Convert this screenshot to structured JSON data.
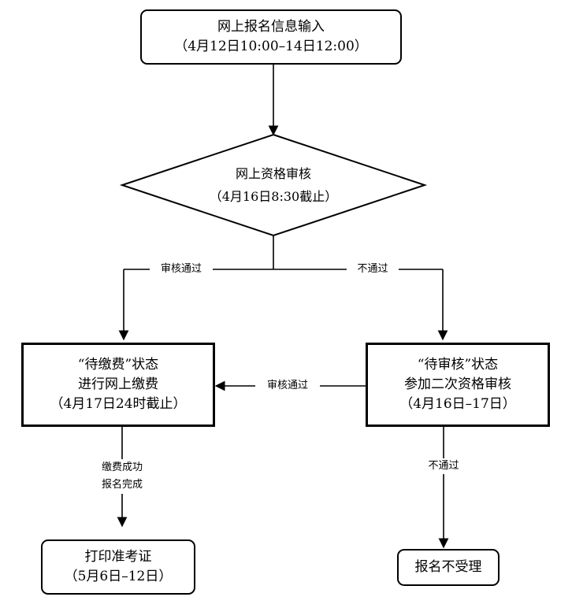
{
  "nodes": {
    "input": {
      "line1": "网上报名信息输入",
      "line2": "（4月12日10:00–14日12:00）"
    },
    "review": {
      "line1": "网上资格审核",
      "line2": "（4月16日8:30截止）"
    },
    "pending_payment": {
      "line1": "“待缴费”状态",
      "line2": "进行网上缴费",
      "line3": "（4月17日24时截止）"
    },
    "pending_review": {
      "line1": "“待审核”状态",
      "line2": "参加二次资格审核",
      "line3": "（4月16日–17日）"
    },
    "print_ticket": {
      "line1": "打印准考证",
      "line2": "（5月6日–12日）"
    },
    "rejected": {
      "line1": "报名不受理"
    }
  },
  "edges": {
    "review_pass": "审核通过",
    "review_fail": "不通过",
    "second_pass": "审核通过",
    "payment_done_1": "缴费成功",
    "payment_done_2": "报名完成",
    "second_fail": "不通过"
  }
}
